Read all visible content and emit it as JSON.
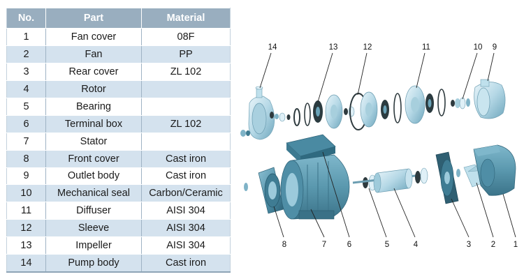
{
  "table": {
    "headers": {
      "no": "No.",
      "part": "Part",
      "material": "Material"
    },
    "rows": [
      {
        "no": "1",
        "part": "Fan cover",
        "material": "08F"
      },
      {
        "no": "2",
        "part": "Fan",
        "material": "PP"
      },
      {
        "no": "3",
        "part": "Rear cover",
        "material": "ZL 102"
      },
      {
        "no": "4",
        "part": "Rotor",
        "material": ""
      },
      {
        "no": "5",
        "part": "Bearing",
        "material": ""
      },
      {
        "no": "6",
        "part": "Terminal box",
        "material": "ZL 102"
      },
      {
        "no": "7",
        "part": "Stator",
        "material": ""
      },
      {
        "no": "8",
        "part": "Front cover",
        "material": "Cast iron"
      },
      {
        "no": "9",
        "part": "Outlet body",
        "material": "Cast iron"
      },
      {
        "no": "10",
        "part": "Mechanical seal",
        "material": "Carbon/Ceramic"
      },
      {
        "no": "11",
        "part": "Diffuser",
        "material": "AISI 304"
      },
      {
        "no": "12",
        "part": "Sleeve",
        "material": "AISI 304"
      },
      {
        "no": "13",
        "part": "Impeller",
        "material": "AISI 304"
      },
      {
        "no": "14",
        "part": "Pump body",
        "material": "Cast iron"
      }
    ]
  },
  "diagram": {
    "callouts": {
      "c1": "1",
      "c2": "2",
      "c3": "3",
      "c4": "4",
      "c5": "5",
      "c6": "6",
      "c7": "7",
      "c8": "8",
      "c9": "9",
      "c10": "10",
      "c11": "11",
      "c12": "12",
      "c13": "13",
      "c14": "14"
    },
    "colors": {
      "part_light": "#cfe6f0",
      "part_mid": "#8fbccd",
      "part_dark": "#4f8aa0",
      "part_black": "#1f2a2e"
    }
  }
}
